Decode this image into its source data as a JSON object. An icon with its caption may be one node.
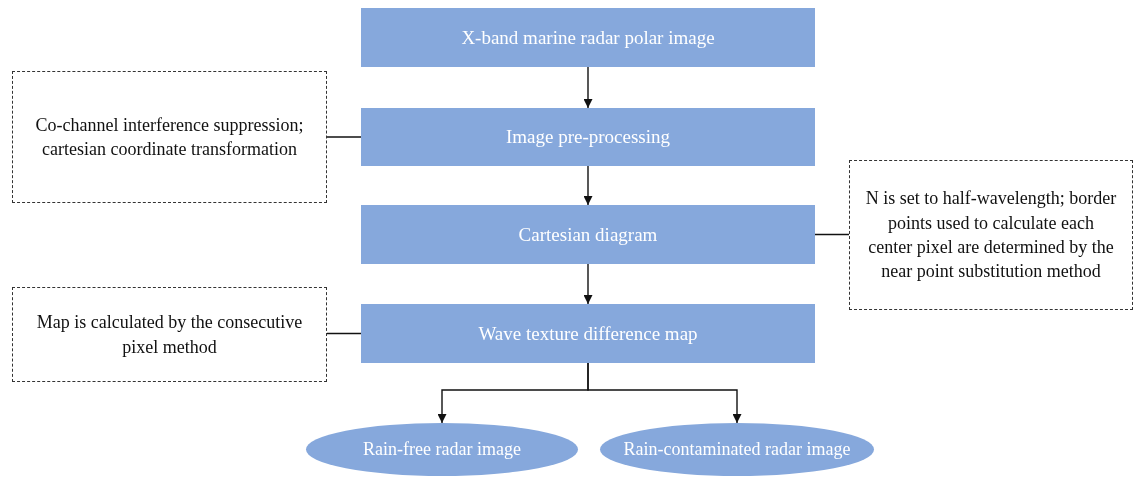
{
  "diagram": {
    "nodes": [
      {
        "text": [
          "X-band marine radar polar image"
        ]
      },
      {
        "text": [
          "Co-channel interference suppression; cartesian coordinate transformation"
        ]
      },
      {
        "text": [
          "Image pre-processing"
        ]
      },
      {
        "text": [
          "N is set to half-wavelength; border points used to calculate each center pixel are determined by the near point substitution method"
        ]
      },
      {
        "text": [
          "Cartesian diagram"
        ]
      },
      {
        "text": [
          "Map is calculated by the consecutive pixel method"
        ]
      },
      {
        "text": [
          "Wave texture difference map"
        ]
      },
      {
        "text": [
          "Rain-free radar image"
        ]
      },
      {
        "text": [
          "Rain-contaminated radar image"
        ]
      }
    ],
    "edges": [
      {
        "from": 0,
        "to": 2,
        "arrow": "to"
      },
      {
        "from": 1,
        "to": 2,
        "arrow": "none"
      },
      {
        "from": 2,
        "to": 4,
        "arrow": "to"
      },
      {
        "from": 3,
        "to": 4,
        "arrow": "none"
      },
      {
        "from": 4,
        "to": 6,
        "arrow": "to"
      },
      {
        "from": 5,
        "to": 6,
        "arrow": "none"
      },
      {
        "from": 6,
        "to": 7,
        "arrow": "to"
      },
      {
        "from": 6,
        "to": 8,
        "arrow": "to"
      }
    ]
  }
}
